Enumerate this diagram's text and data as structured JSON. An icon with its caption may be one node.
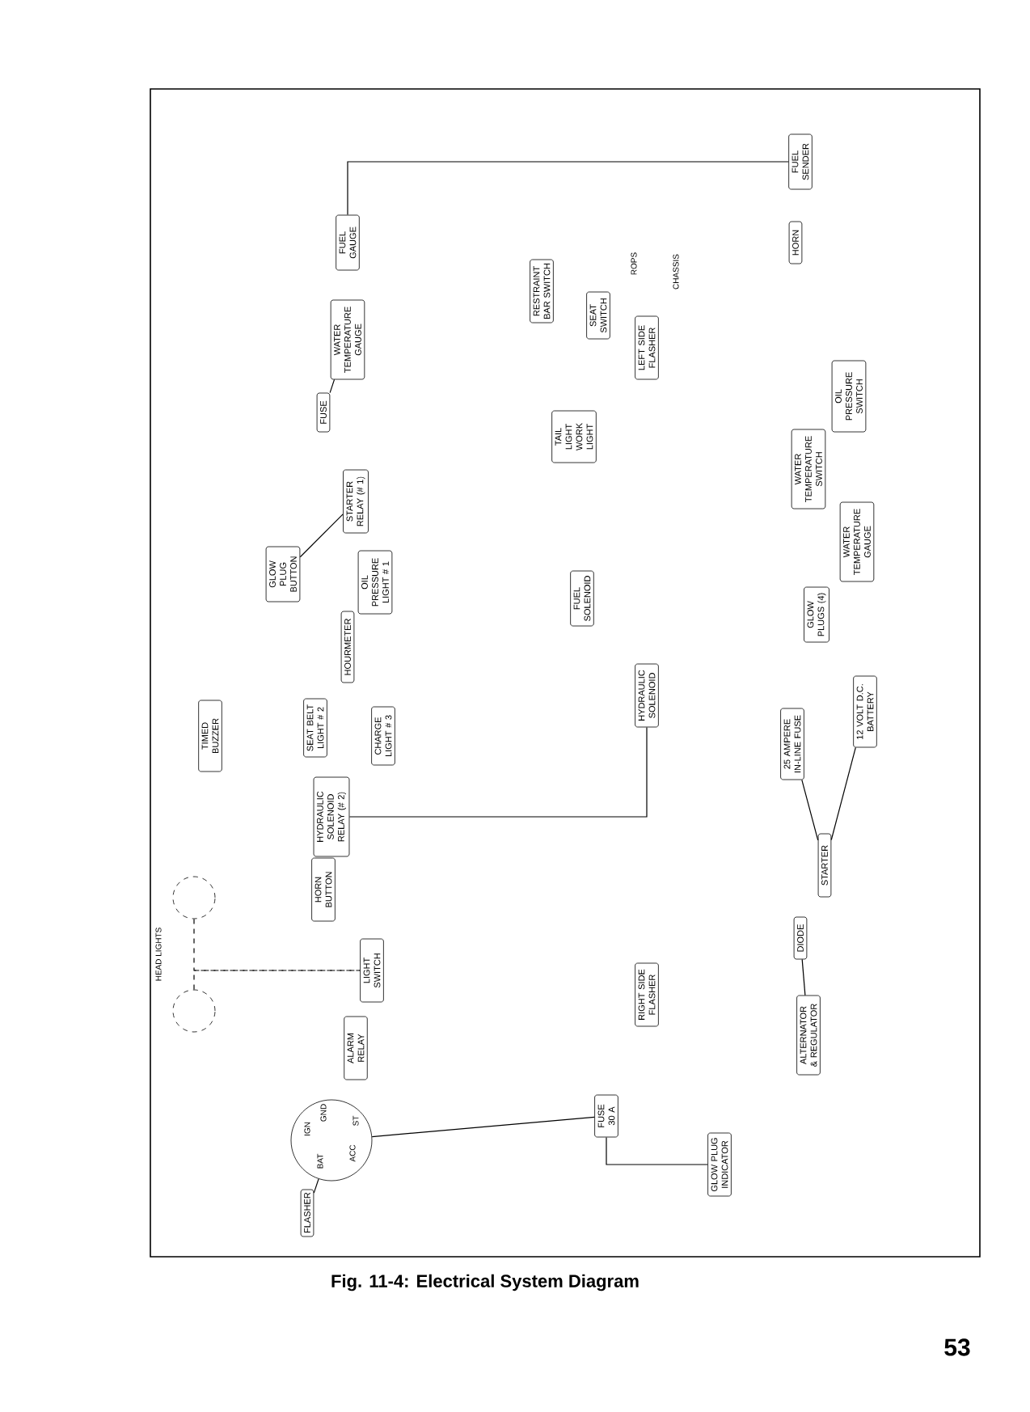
{
  "diagram": {
    "caption": "Fig. 11-4: Electrical System Diagram",
    "nodes": [
      {
        "text": [
          "FUEL SENDER"
        ]
      },
      {
        "text": [
          "FUEL GAUGE"
        ]
      },
      {
        "text": [
          "WATER TEMPERATURE GAUGE"
        ]
      },
      {
        "text": [
          "RESTRAINT BAR SWITCH"
        ]
      },
      {
        "text": [
          "SEAT SWITCH"
        ]
      },
      {
        "text": [
          "HORN"
        ]
      },
      {
        "text": [
          "LEFT SIDE FLASHER"
        ]
      },
      {
        "text": [
          "TAIL LIGHT",
          "WORK LIGHT"
        ]
      },
      {
        "text": [
          "FUSE"
        ]
      },
      {
        "text": [
          "STARTER RELAY (# 1)"
        ]
      },
      {
        "text": [
          "OIL PRESSURE SWITCH"
        ]
      },
      {
        "text": [
          "WATER TEMPERATURE SWITCH"
        ]
      },
      {
        "text": [
          "WATER TEMPERATURE GAUGE"
        ]
      },
      {
        "text": [
          "GLOW PLUGS (4)"
        ]
      },
      {
        "text": [
          "GLOW PLUG BUTTON"
        ]
      },
      {
        "text": [
          "OIL PRESSURE LIGHT # 1"
        ]
      },
      {
        "text": [
          "FUEL SOLENOID"
        ]
      },
      {
        "text": [
          "HOURMETER"
        ]
      },
      {
        "text": [
          "HYDRAULIC SOLENOID"
        ]
      },
      {
        "text": [
          "TIMED BUZZER"
        ]
      },
      {
        "text": [
          "SEAT BELT LIGHT # 2"
        ]
      },
      {
        "text": [
          "CHARGE LIGHT # 3"
        ]
      },
      {
        "text": [
          "HYDRAULIC SOLENOID RELAY (# 2)"
        ]
      },
      {
        "text": [
          "25 AMPERE IN-LINE FUSE"
        ]
      },
      {
        "text": [
          "12 VOLT D.C. BATTERY"
        ]
      },
      {
        "text": [
          "STARTER"
        ]
      },
      {
        "text": [],
        "shape": "circle"
      },
      {
        "text": [],
        "shape": "circle"
      },
      {
        "text": [
          "HORN BUTTON"
        ]
      },
      {
        "text": [
          "LIGHT SWITCH"
        ]
      },
      {
        "text": [
          "ALARM RELAY"
        ]
      },
      {
        "text": [
          "RIGHT SIDE FLASHER"
        ]
      },
      {
        "text": [
          "DIODE"
        ]
      },
      {
        "text": [
          "ALTERNATOR & REGULATOR"
        ]
      },
      {
        "text": [],
        "shape": "circle"
      },
      {
        "text": [
          "FLASHER"
        ]
      },
      {
        "text": [
          "FUSE 30 A"
        ]
      },
      {
        "text": [
          "GLOW PLUG INDICATOR"
        ]
      }
    ],
    "edges": [
      {
        "from": 24,
        "to": 25,
        "arrow": "none"
      },
      {
        "from": 23,
        "to": 25,
        "arrow": "none"
      },
      {
        "from": 32,
        "to": 33,
        "arrow": "none"
      },
      {
        "from": 36,
        "to": 37,
        "arrow": "none"
      },
      {
        "from": 26,
        "to": 29,
        "arrow": "none",
        "style": "dashed"
      },
      {
        "from": 27,
        "to": 29,
        "arrow": "none",
        "style": "dashed"
      },
      {
        "from": 35,
        "to": 34,
        "arrow": "none"
      },
      {
        "from": 34,
        "to": 36,
        "arrow": "none"
      },
      {
        "from": 18,
        "to": 22,
        "arrow": "none"
      },
      {
        "from": 0,
        "to": 1,
        "arrow": "none"
      },
      {
        "from": 8,
        "to": 2,
        "arrow": "none"
      },
      {
        "from": 9,
        "to": 14,
        "arrow": "none"
      }
    ],
    "labels": [
      "HEAD LIGHTS",
      "ROPS",
      "CHASSIS",
      "IGN",
      "GND",
      "BAT",
      "ACC",
      "ST",
      "53"
    ]
  }
}
